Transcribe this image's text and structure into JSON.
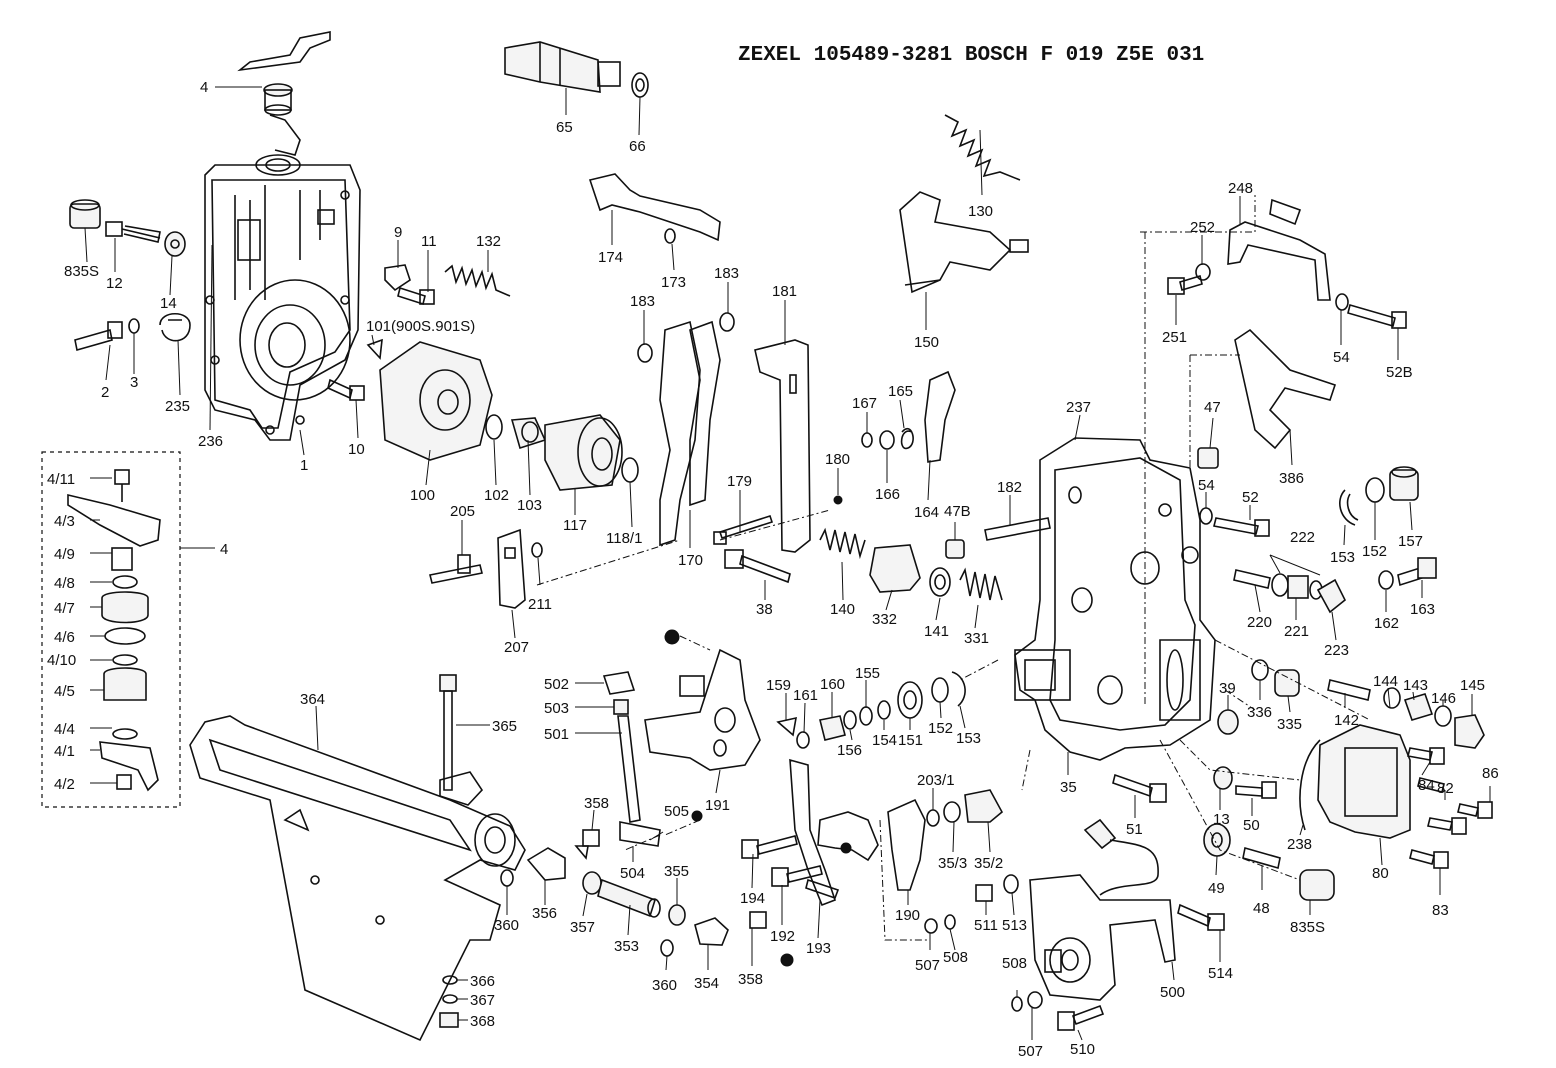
{
  "title": "ZEXEL   105489-3281   BOSCH   F 019 Z5E 031",
  "labels": {
    "p4": "4",
    "p835s_a": "835S",
    "p12": "12",
    "p14": "14",
    "p2": "2",
    "p3": "3",
    "p235": "235",
    "p236": "236",
    "p1": "1",
    "p9": "9",
    "p11": "11",
    "p132": "132",
    "p101": "101(900S.901S)",
    "p10": "10",
    "p65": "65",
    "p66": "66",
    "p174": "174",
    "p173": "173",
    "p183a": "183",
    "p183b": "183",
    "p181": "181",
    "p130": "130",
    "p150": "150",
    "p248": "248",
    "p252": "252",
    "p251": "251",
    "p54a": "54",
    "p52b": "52B",
    "p100": "100",
    "p102": "102",
    "p103": "103",
    "p117": "117",
    "p118": "118/1",
    "p170": "170",
    "p179": "179",
    "p180": "180",
    "p167": "167",
    "p165": "165",
    "p166": "166",
    "p164": "164",
    "p237": "237",
    "p47": "47",
    "p386": "386",
    "p54b": "54",
    "p52": "52",
    "p153a": "153",
    "p152a": "152",
    "p157": "157",
    "p222": "222",
    "p47b": "47B",
    "p182": "182",
    "p205": "205",
    "p211": "211",
    "p207": "207",
    "p38": "38",
    "p140": "140",
    "p332": "332",
    "p141": "141",
    "p331": "331",
    "p220": "220",
    "p221": "221",
    "p223": "223",
    "p162": "162",
    "p163": "163",
    "g4_11": "4/11",
    "g4_3": "4/3",
    "g4_9": "4/9",
    "g4_8": "4/8",
    "g4_7": "4/7",
    "g4_6": "4/6",
    "g4_10": "4/10",
    "g4_5": "4/5",
    "g4_4": "4/4",
    "g4_1": "4/1",
    "g4_2": "4/2",
    "g4": "4",
    "p502": "502",
    "p503": "503",
    "p501": "501",
    "p159": "159",
    "p161": "161",
    "p160": "160",
    "p155": "155",
    "p156": "156",
    "p154": "154",
    "p151": "151",
    "p152b": "152",
    "p153b": "153",
    "p364": "364",
    "p365": "365",
    "p191": "191",
    "p39": "39",
    "p336": "336",
    "p335": "335",
    "p142": "142",
    "p144": "144",
    "p143": "143",
    "p146": "146",
    "p145": "145",
    "p358a": "358",
    "p505": "505",
    "p504": "504",
    "p203": "203/1",
    "p35_3": "35/3",
    "p35_2": "35/2",
    "p35": "35",
    "p51": "51",
    "p13": "13",
    "p50": "50",
    "p84": "84",
    "p82": "82",
    "p86": "86",
    "p238": "238",
    "p80": "80",
    "p360a": "360",
    "p356": "356",
    "p357": "357",
    "p353": "353",
    "p355": "355",
    "p194": "194",
    "p192": "192",
    "p193": "193",
    "p190": "190",
    "p511": "511",
    "p513": "513",
    "p49": "49",
    "p48": "48",
    "p835s_b": "835S",
    "p83": "83",
    "p507a": "507",
    "p508a": "508",
    "p360b": "360",
    "p354": "354",
    "p358b": "358",
    "p500": "500",
    "p514": "514",
    "p508b": "508",
    "p507b": "507",
    "p510": "510",
    "p366": "366",
    "p367": "367",
    "p368": "368"
  }
}
